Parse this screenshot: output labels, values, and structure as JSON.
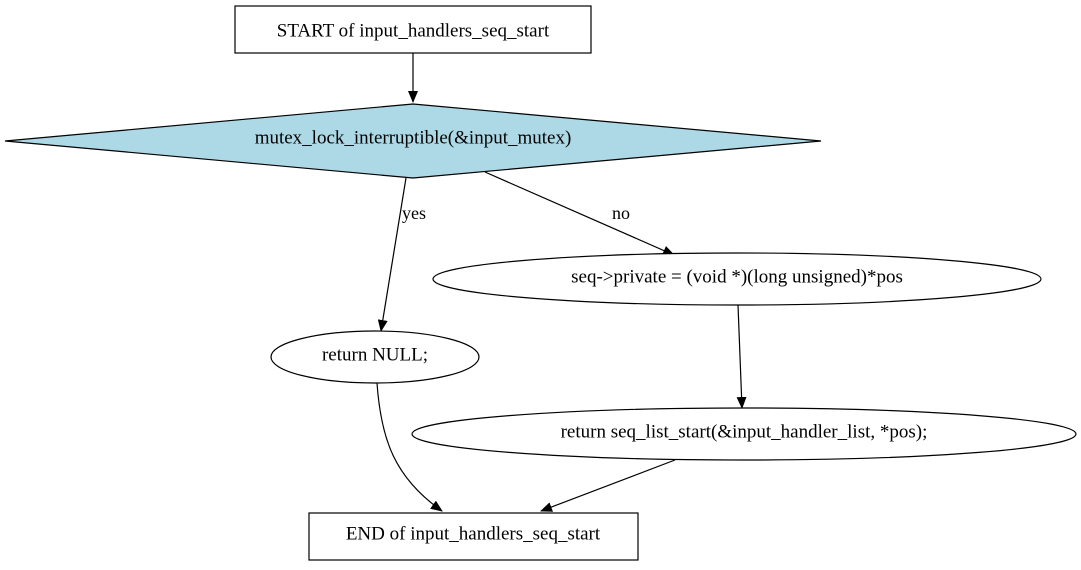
{
  "diagram": {
    "nodes": {
      "start": {
        "label": "START of input_handlers_seq_start",
        "shape": "box"
      },
      "cond": {
        "label": "mutex_lock_interruptible(&input_mutex)",
        "shape": "diamond",
        "fill": "#add8e6"
      },
      "ret_null": {
        "label": "return NULL;",
        "shape": "ellipse"
      },
      "assign": {
        "label": "seq->private = (void *)(long unsigned)*pos",
        "shape": "ellipse"
      },
      "ret_list": {
        "label": "return seq_list_start(&input_handler_list, *pos);",
        "shape": "ellipse"
      },
      "end": {
        "label": "END of input_handlers_seq_start",
        "shape": "box"
      }
    },
    "edges": {
      "yes": {
        "label": "yes"
      },
      "no": {
        "label": "no"
      }
    }
  }
}
